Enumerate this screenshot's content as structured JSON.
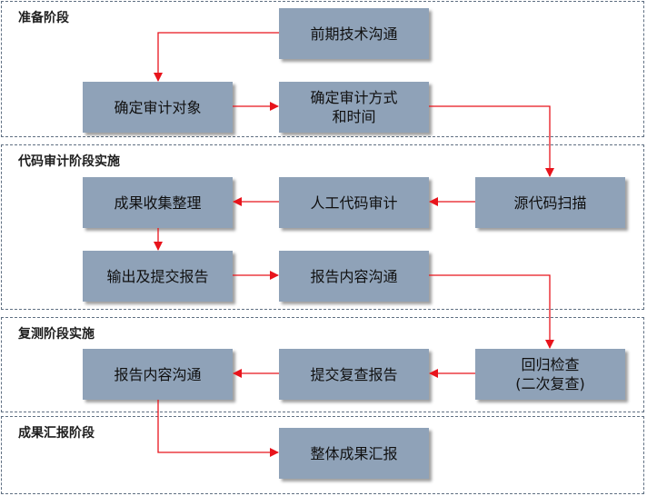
{
  "phases": [
    {
      "title": "准备阶段"
    },
    {
      "title": "代码审计阶段实施"
    },
    {
      "title": "复测阶段实施"
    },
    {
      "title": "成果汇报阶段"
    }
  ],
  "steps": {
    "tech_comm": "前期技术沟通",
    "confirm_target": "确定审计对象",
    "confirm_method": "确定审计方式\n和时间",
    "source_scan": "源代码扫描",
    "manual_audit": "人工代码审计",
    "collect": "成果收集整理",
    "output_report": "输出及提交报告",
    "report_comm_1": "报告内容沟通",
    "regression": "回归检查\n(二次复查)",
    "submit_recheck": "提交复查报告",
    "report_comm_2": "报告内容沟通",
    "final": "整体成果汇报"
  },
  "colors": {
    "box_fill": "#8fa2b8",
    "arrow": "#e8141c",
    "phase_border": "#5f6f82"
  }
}
